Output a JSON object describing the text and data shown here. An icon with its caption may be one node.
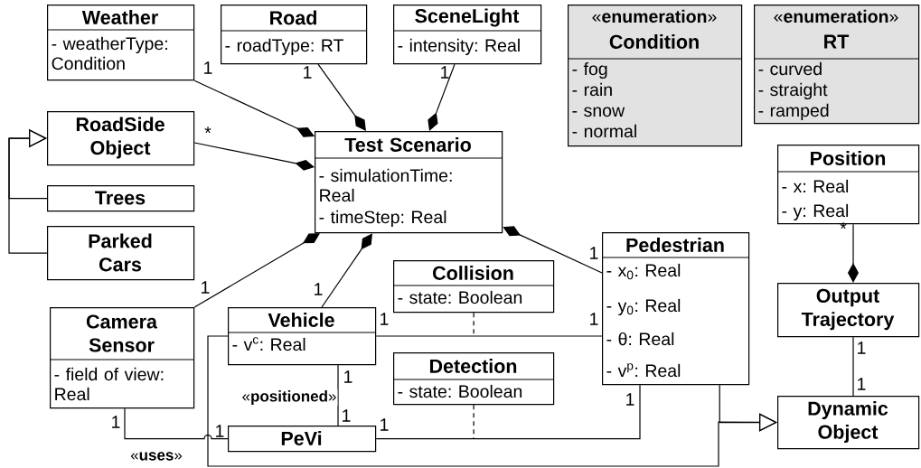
{
  "diagram": {
    "nodes": [
      {
        "text": [
          "Weather",
          "- weatherType: Condition"
        ]
      },
      {
        "text": [
          "Road",
          "- roadType: RT"
        ]
      },
      {
        "text": [
          "SceneLight",
          "- intensity: Real"
        ]
      },
      {
        "text": [
          "«**enumeration**»",
          "Condition",
          "- fog",
          "- rain",
          "- snow",
          "- normal"
        ]
      },
      {
        "text": [
          "«**enumeration**»",
          "RT",
          "- curved",
          "- straight",
          "- ramped"
        ]
      },
      {
        "text": [
          "RoadSide Object"
        ]
      },
      {
        "text": [
          "Test Scenario",
          "- simulationTime: Real",
          "- timeStep: Real"
        ]
      },
      {
        "text": [
          "Position",
          "- x: Real",
          "- y: Real"
        ]
      },
      {
        "text": [
          "Trees"
        ]
      },
      {
        "text": [
          "Parked Cars"
        ]
      },
      {
        "text": [
          "Collision",
          "- state: Boolean"
        ]
      },
      {
        "text": [
          "Pedestrian",
          "- x$_{0}$: Real",
          "- y$_{0}$: Real",
          "- θ: Real",
          "- v$^{p}$: Real"
        ]
      },
      {
        "text": [
          "Output Trajectory"
        ]
      },
      {
        "text": [
          "Camera Sensor",
          "- field of view: Real"
        ]
      },
      {
        "text": [
          "Vehicle",
          "- v$^{c}$: Real"
        ]
      },
      {
        "text": [
          "Detection",
          "- state: Boolean"
        ]
      },
      {
        "text": [
          "PeVi"
        ]
      },
      {
        "text": [
          "Dynamic Object"
        ]
      }
    ],
    "edges": [
      {
        "from": 0,
        "to": 6,
        "arrow": "other"
      },
      {
        "from": 1,
        "to": 6,
        "arrow": "other"
      },
      {
        "from": 2,
        "to": 6,
        "arrow": "other"
      },
      {
        "from": 5,
        "to": 6,
        "arrow": "other"
      },
      {
        "from": 13,
        "to": 6,
        "arrow": "other"
      },
      {
        "from": 14,
        "to": 6,
        "arrow": "other"
      },
      {
        "from": 11,
        "to": 6,
        "arrow": "other"
      },
      {
        "from": 8,
        "to": 5,
        "arrow": "to"
      },
      {
        "from": 9,
        "to": 5,
        "arrow": "to"
      },
      {
        "from": 7,
        "to": 12,
        "arrow": "other"
      },
      {
        "from": 12,
        "to": 17,
        "arrow": "none"
      },
      {
        "from": 14,
        "to": 11,
        "arrow": "none"
      },
      {
        "from": 16,
        "to": 11,
        "arrow": "none"
      },
      {
        "from": 14,
        "to": 16,
        "arrow": "none",
        "label": "«**positioned**»"
      },
      {
        "from": 13,
        "to": 16,
        "arrow": "none",
        "label": "«**uses**»"
      },
      {
        "from": 14,
        "to": 17,
        "arrow": "to"
      },
      {
        "from": 11,
        "to": 17,
        "arrow": "to"
      },
      {
        "from": 10,
        "to": null,
        "arrow": "none",
        "style": "dashed"
      },
      {
        "from": 15,
        "to": null,
        "arrow": "none",
        "style": "dashed"
      }
    ],
    "labels": [
      "1",
      "1",
      "1",
      "*",
      "*",
      "1",
      "1",
      "1",
      "1",
      "1",
      "1",
      "1",
      "1",
      "1",
      "1",
      "1",
      "1",
      "1"
    ]
  }
}
